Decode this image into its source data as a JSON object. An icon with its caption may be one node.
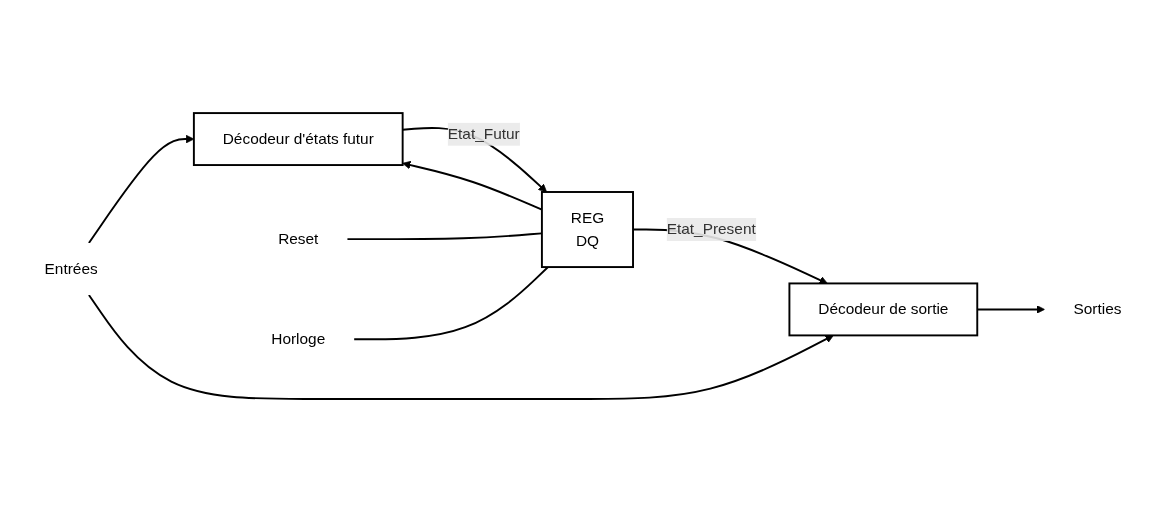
{
  "diagram": {
    "nodes": [
      {
        "text": [
          "Entrées"
        ]
      },
      {
        "text": [
          "Décodeur d'états futur"
        ]
      },
      {
        "text": [
          "REG",
          "DQ"
        ]
      },
      {
        "text": [
          "Décodeur de sortie"
        ]
      },
      {
        "text": [
          "Sorties"
        ]
      },
      {
        "text": [
          "Reset"
        ]
      },
      {
        "text": [
          "Horloge"
        ]
      }
    ],
    "edges": [
      {
        "from": 0,
        "to": 1,
        "arrow": "to"
      },
      {
        "from": 0,
        "to": 3,
        "arrow": "to"
      },
      {
        "from": 1,
        "to": 2,
        "label": "Etat_Futur",
        "arrow": "to"
      },
      {
        "from": 2,
        "to": 3,
        "label": "Etat_Present",
        "arrow": "to"
      },
      {
        "from": 2,
        "to": 1,
        "arrow": "to"
      },
      {
        "from": 3,
        "to": 4,
        "arrow": "to"
      },
      {
        "from": 5,
        "to": 2,
        "arrow": "none"
      },
      {
        "from": 6,
        "to": 2,
        "arrow": "none"
      }
    ]
  }
}
